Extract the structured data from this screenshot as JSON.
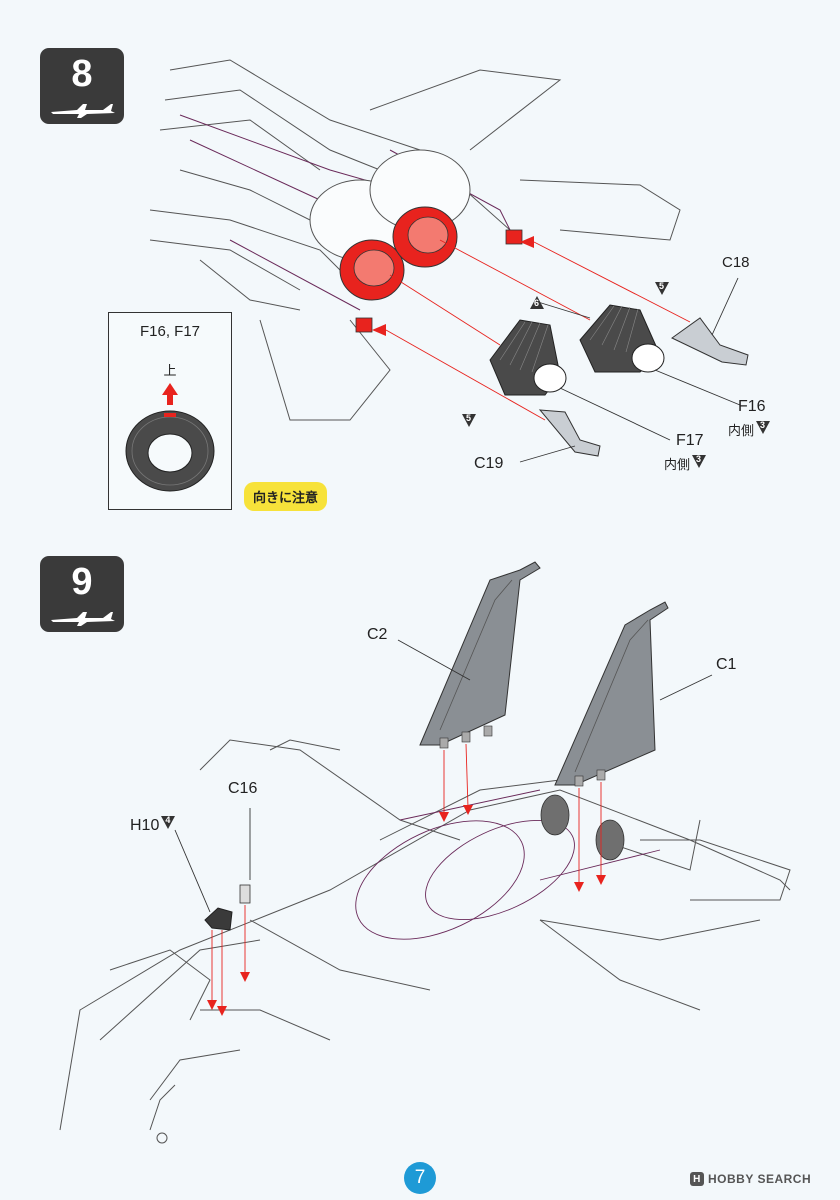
{
  "steps": {
    "step8": {
      "number": "8"
    },
    "step9": {
      "number": "9"
    }
  },
  "step8_parts": {
    "c18": "C18",
    "c19": "C19",
    "f16": "F16",
    "f17": "F17",
    "f16_note": "内側",
    "f17_note": "内側",
    "paint_5": "5",
    "paint_6": "6",
    "paint_3": "3"
  },
  "inset": {
    "title": "F16, F17",
    "up_label": "上"
  },
  "caution_text": "向きに注意",
  "step9_parts": {
    "c1": "C1",
    "c2": "C2",
    "c16": "C16",
    "h10": "H10",
    "paint_4": "4"
  },
  "footer": {
    "page_number": "7",
    "watermark": "HOBBY SEARCH"
  },
  "colors": {
    "accent_red": "#e8231e",
    "badge_dark": "#3a3a3a",
    "caution_yellow": "#f7e23a",
    "page_blue": "#1e9ad6",
    "nozzle_gray": "#4a4a4a"
  }
}
